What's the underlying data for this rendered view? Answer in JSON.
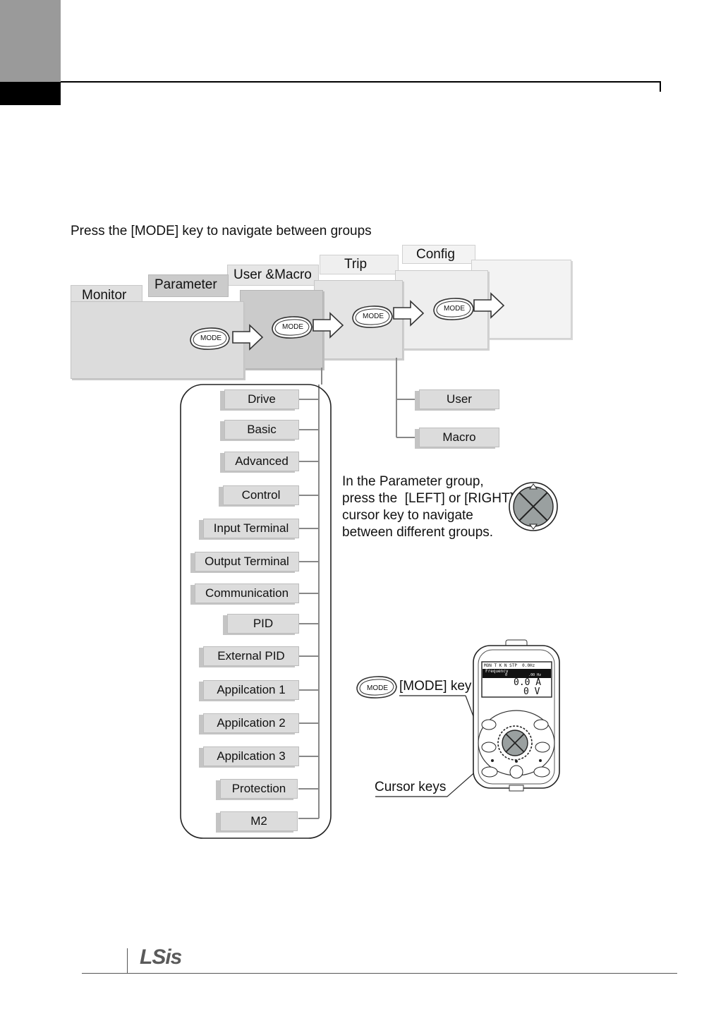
{
  "header": {
    "accent_color": "#9a9a9a",
    "bar_color": "#000000"
  },
  "diagram": {
    "title": "Press the [MODE] key to navigate between groups",
    "groups": [
      "Monitor",
      "Parameter",
      "User &Macro",
      "Trip",
      "Config"
    ],
    "mode_key_label": "MODE",
    "parameter_groups": [
      "Drive",
      "Basic",
      "Advanced",
      "Control",
      "Input Terminal",
      "Output Terminal",
      "Communication",
      "PID",
      "External PID",
      "Appilcation 1",
      "Appilcation 2",
      "Appilcation 3",
      "Protection",
      "M2"
    ],
    "user_macro_groups": [
      "User",
      "Macro"
    ],
    "instruction_lines": [
      "In the Parameter group,",
      "press the  [LEFT] or [RIGHT]",
      "cursor key to navigate",
      "between different groups."
    ],
    "keypad": {
      "mode_key_callout": "[MODE] key",
      "cursor_keys_callout": "Cursor keys",
      "display_line1": "MON T K N STP  0.0Hz",
      "display_line2": "Frequency",
      "display_line2_sub": "0          .00 Hz",
      "display_line3": "0.0 A",
      "display_line4": "0 V"
    }
  },
  "footer": {
    "logo": "LSis"
  }
}
